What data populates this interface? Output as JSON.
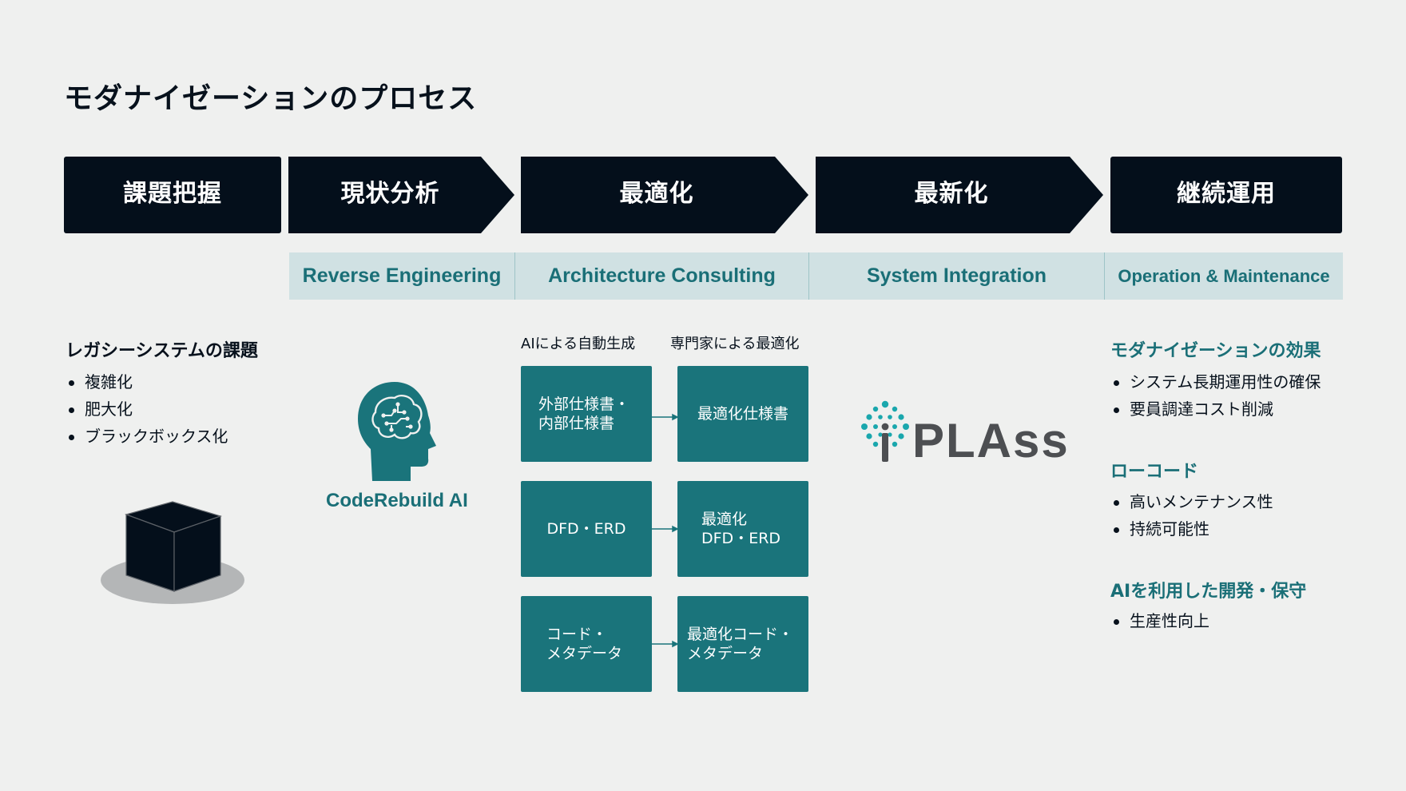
{
  "page": {
    "title": "モダナイゼーションのプロセス"
  },
  "stages": [
    {
      "label": "課題把握"
    },
    {
      "label": "現状分析"
    },
    {
      "label": "最適化"
    },
    {
      "label": "最新化"
    },
    {
      "label": "継続運用"
    }
  ],
  "services": [
    {
      "label": "Reverse Engineering"
    },
    {
      "label": "Architecture Consulting"
    },
    {
      "label": "System Integration"
    },
    {
      "label": "Operation & Maintenance"
    }
  ],
  "legacy": {
    "title": "レガシーシステムの課題",
    "items": [
      "複雑化",
      "肥大化",
      "ブラックボックス化"
    ]
  },
  "codeRebuild": {
    "name": "CodeRebuild AI",
    "icon": "ai-head-icon"
  },
  "optimization": {
    "left_header": "AIによる自動生成",
    "right_header": "専門家による最適化",
    "rows": [
      {
        "left": "外部仕様書・\n内部仕様書",
        "right": "最適化仕様書"
      },
      {
        "left": "DFD・ERD",
        "right": "最適化\nDFD・ERD"
      },
      {
        "left": "コード・\nメタデータ",
        "right": "最適化コード・\nメタデータ"
      }
    ]
  },
  "iplass": {
    "wordmark": "iPLAss",
    "icon": "iplass-logo"
  },
  "effects": {
    "sections": [
      {
        "title": "モダナイゼーションの効果",
        "items": [
          "システム長期運用性の確保",
          "要員調達コスト削減"
        ]
      },
      {
        "title": "ローコード",
        "items": [
          "高いメンテナンス性",
          "持続可能性"
        ]
      },
      {
        "title": "AIを利用した開発・保守",
        "items": [
          "生産性向上"
        ]
      }
    ]
  },
  "colors": {
    "dark": "#040f1b",
    "teal": "#1a747b",
    "teal_text": "#1a6f77",
    "light_band": "#d0e1e3",
    "bg": "#eff0ef"
  }
}
